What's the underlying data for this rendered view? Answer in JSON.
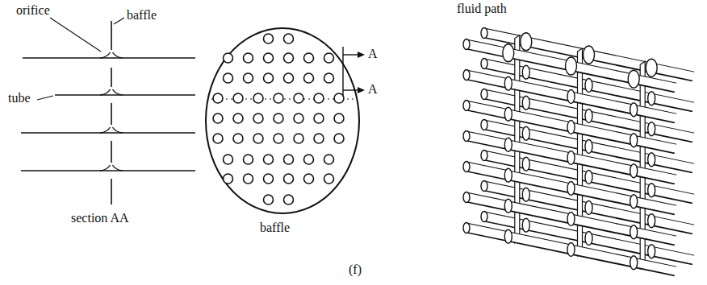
{
  "diagram": {
    "caption": "(f)",
    "labels": [
      "orifice",
      "baffle",
      "tube",
      "section AA",
      "baffle",
      "A",
      "A",
      "fluid path"
    ]
  }
}
